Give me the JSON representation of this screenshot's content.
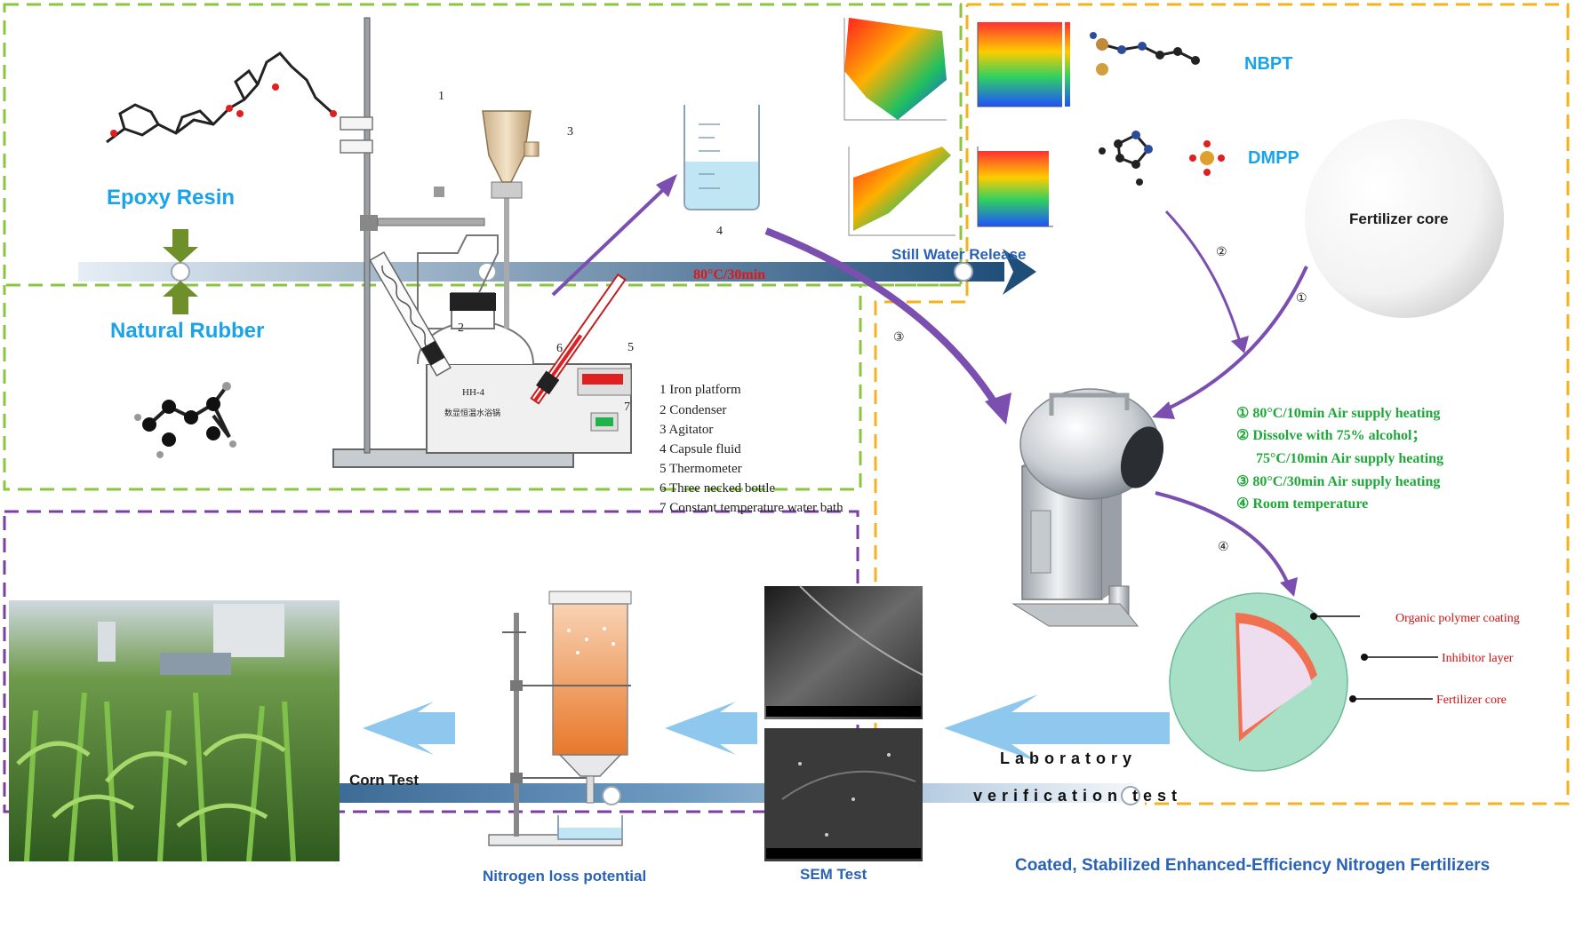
{
  "materials": {
    "epoxy": "Epoxy Resin",
    "rubber": "Natural Rubber"
  },
  "apparatus": {
    "numbers": [
      "1",
      "2",
      "3",
      "4",
      "5",
      "6",
      "7"
    ],
    "legend": [
      "1  Iron platform",
      "2  Condenser",
      "3  Agitator",
      "4  Capsule fluid",
      "5  Thermometer",
      "6  Three necked bottle",
      "7  Constant temperature water bath"
    ],
    "bath_label": "HH-4",
    "bath_caption": "数显恒温水浴锅",
    "condition": "80°C/30min"
  },
  "release": {
    "title": "Still Water Release"
  },
  "inhibitors": {
    "nbpt": "NBPT",
    "dmpp": "DMPP",
    "core": "Fertilizer core"
  },
  "steps": {
    "markers": [
      "①",
      "②",
      "③",
      "④"
    ],
    "lines": [
      "① 80°C/10min Air supply heating",
      "② Dissolve with 75% alcohol；",
      "75°C/10min Air supply heating",
      "③ 80°C/30min Air supply heating",
      "④  Room temperature"
    ]
  },
  "granule": {
    "layers": [
      "Organic polymer coating",
      "Inhibitor layer",
      "Fertilizer core"
    ],
    "product": "Coated, Stabilized Enhanced-Efficiency Nitrogen Fertilizers"
  },
  "verification": {
    "line1": "Laboratory",
    "line2": "verification test"
  },
  "tests": {
    "sem": "SEM Test",
    "nitrogen": "Nitrogen loss potential",
    "corn": "Corn Test"
  },
  "colors": {
    "green_border": "#8cc63f",
    "orange_border": "#f5b21b",
    "purple_border": "#7a3fa0",
    "arrow_navy": "#1f4e79",
    "arrow_purple": "#7b4fb0",
    "arrow_lightblue": "#8fc8ee"
  }
}
